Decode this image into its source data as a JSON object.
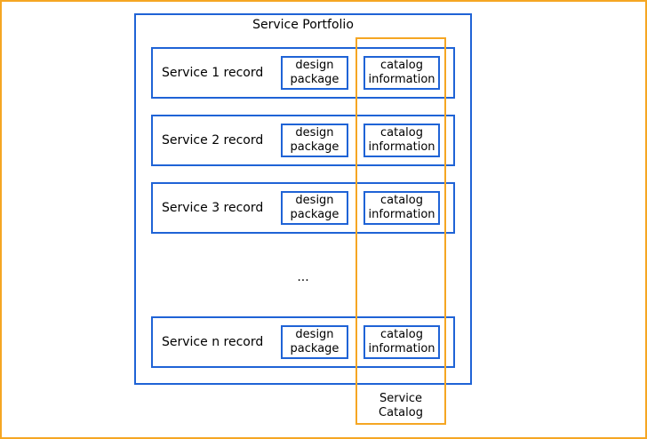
{
  "portfolio": {
    "title": "Service Portfolio"
  },
  "records": [
    {
      "label": "Service 1 record",
      "design": "design\npackage",
      "catalog": "catalog\ninformation"
    },
    {
      "label": "Service 2 record",
      "design": "design\npackage",
      "catalog": "catalog\ninformation"
    },
    {
      "label": "Service 3 record",
      "design": "design\npackage",
      "catalog": "catalog\ninformation"
    },
    {
      "label": "Service n record",
      "design": "design\npackage",
      "catalog": "catalog\ninformation"
    }
  ],
  "ellipsis": "...",
  "catalog": {
    "label": "Service\nCatalog"
  },
  "colors": {
    "portfolio_border": "#1f63d6",
    "catalog_border": "#f5a623"
  }
}
